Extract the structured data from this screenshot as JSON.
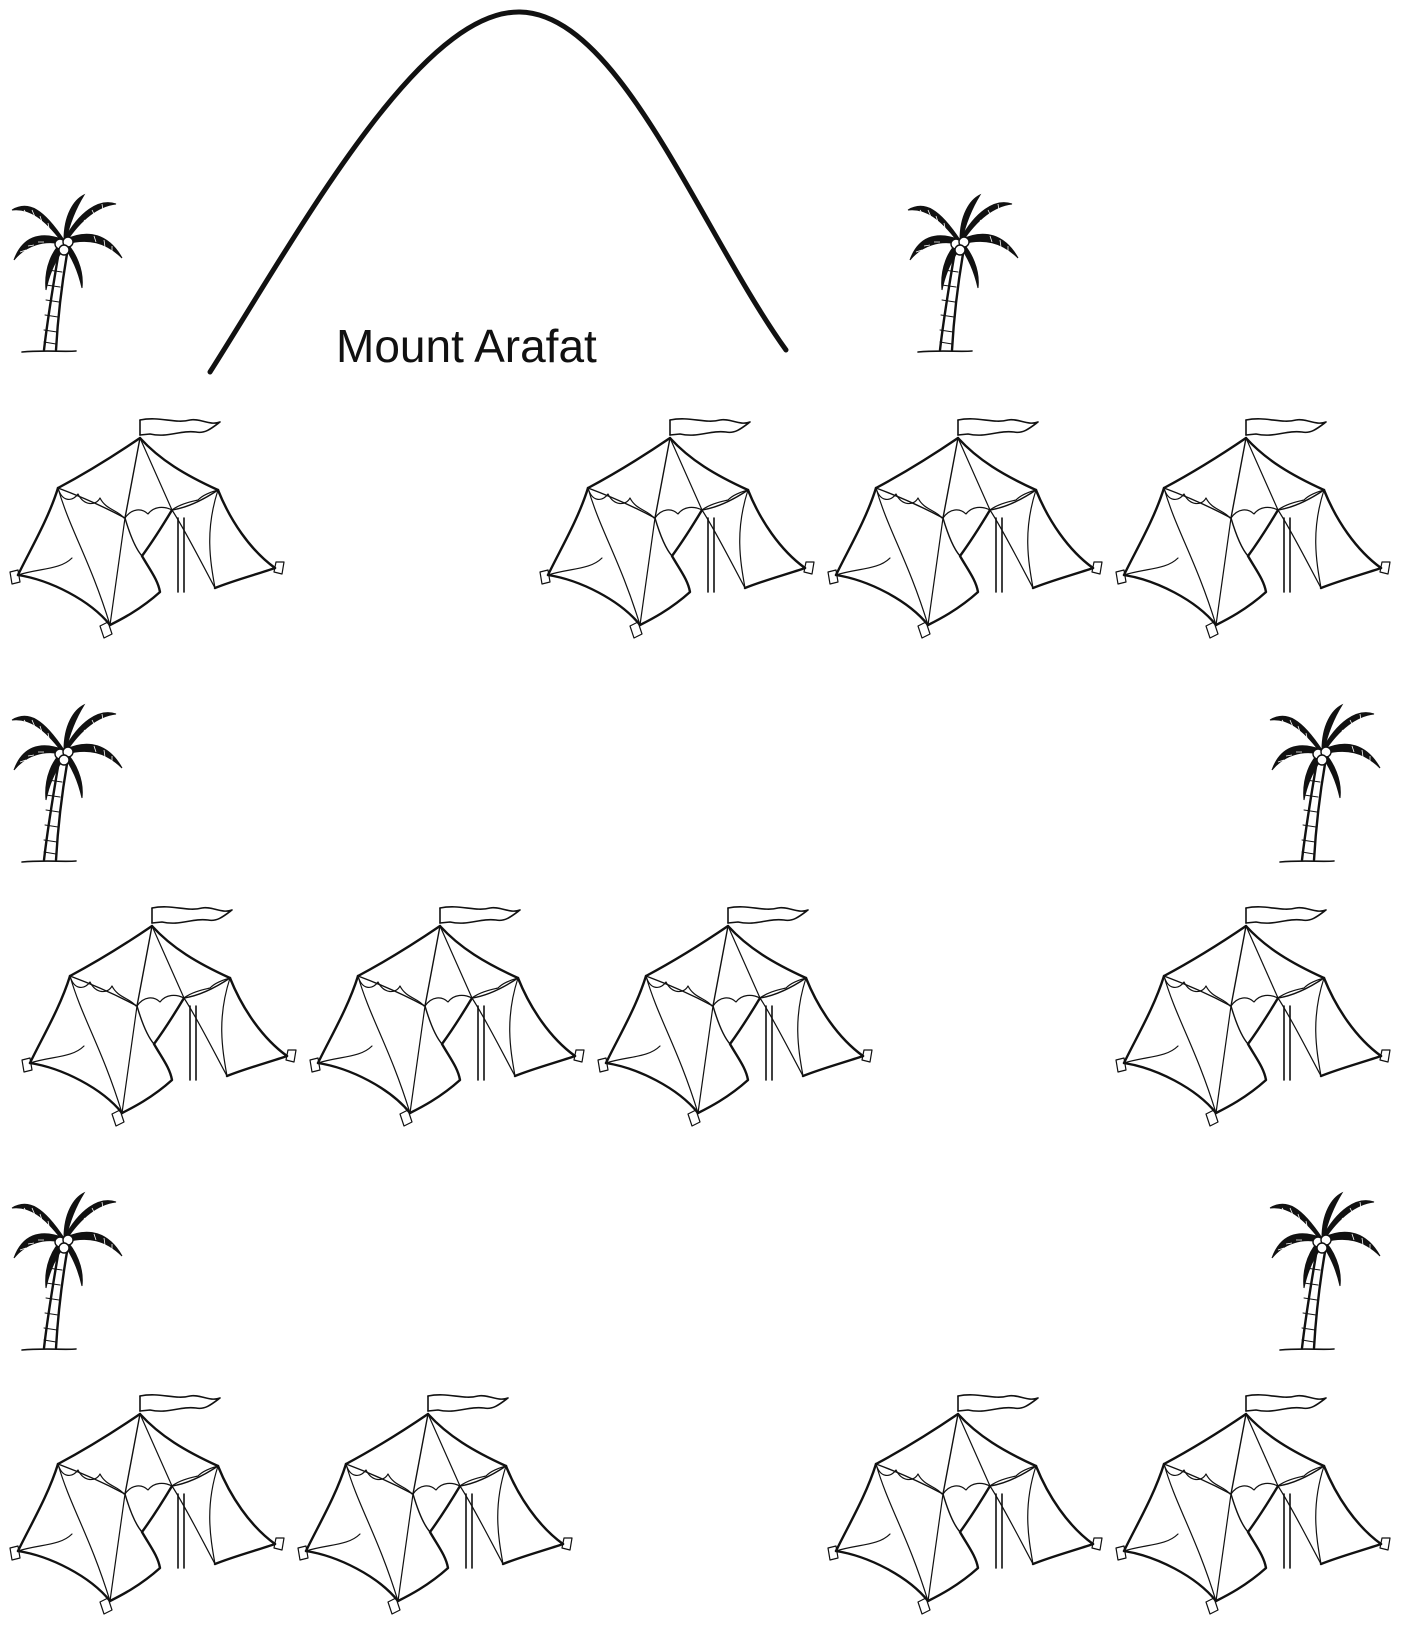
{
  "mountain": {
    "label": "Mount Arafat"
  },
  "tents": [
    {
      "row": 1,
      "slot": 1
    },
    {
      "row": 1,
      "slot": 3
    },
    {
      "row": 1,
      "slot": 4
    },
    {
      "row": 1,
      "slot": 5
    },
    {
      "row": 2,
      "slot": 1
    },
    {
      "row": 2,
      "slot": 2
    },
    {
      "row": 2,
      "slot": 3
    },
    {
      "row": 2,
      "slot": 5
    },
    {
      "row": 3,
      "slot": 1
    },
    {
      "row": 3,
      "slot": 2
    },
    {
      "row": 3,
      "slot": 4
    },
    {
      "row": 3,
      "slot": 5
    }
  ],
  "palms": [
    {
      "side": "left",
      "row": "top"
    },
    {
      "side": "right",
      "row": "top"
    },
    {
      "side": "left",
      "row": "middle"
    },
    {
      "side": "right",
      "row": "middle"
    },
    {
      "side": "left",
      "row": "lower"
    },
    {
      "side": "right",
      "row": "lower"
    }
  ],
  "icons": {
    "tent": "tent-icon",
    "palm": "palm-tree-icon"
  }
}
